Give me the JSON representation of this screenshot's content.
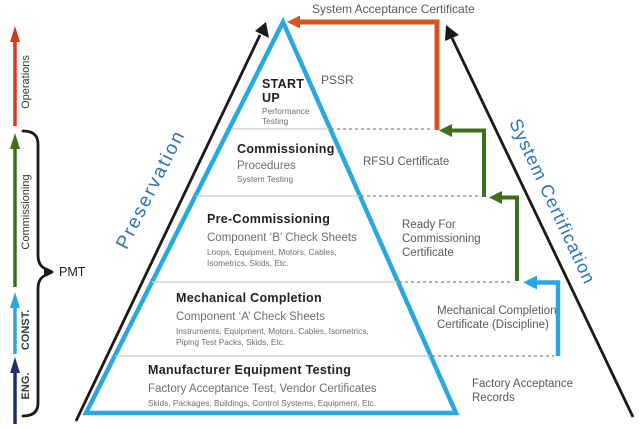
{
  "timeline": {
    "bracket_label": "PMT",
    "phases": [
      {
        "label": "ENG.",
        "color": "#1F2F6C"
      },
      {
        "label": "CONST.",
        "color": "#29A8E0"
      },
      {
        "label": "Commissioning",
        "color": "#3E701C"
      },
      {
        "label": "Operations",
        "color": "#D23B1E"
      }
    ]
  },
  "pyramid": {
    "side_label_left": "Preservation",
    "side_label_right": "System Certification",
    "apex_note": "PSSR",
    "levels": [
      {
        "title_lines": [
          "START",
          "UP"
        ],
        "subtitle_lines": [
          "Performance",
          "Testing"
        ]
      },
      {
        "title": "Commissioning",
        "subtitle": "Procedures",
        "details": [
          "System Testing"
        ]
      },
      {
        "title": "Pre-Commissioning",
        "subtitle": "Component ‘B’ Check Sheets",
        "details": [
          "Loops, Equipment, Motors, Cables,",
          "Isometrics, Skids, Etc."
        ]
      },
      {
        "title": "Mechanical Completion",
        "subtitle": "Component ‘A’ Check Sheets",
        "details": [
          "Instruments, Equipment, Motors, Cables, Isometrics,",
          "Piping Test Packs, Skids, Etc."
        ]
      },
      {
        "title": "Manufacturer Equipment Testing",
        "subtitle": "Factory Acceptance Test, Vendor Certificates",
        "details": [
          "Skids, Packages, Buildings, Control Systems, Equipment, Etc."
        ]
      }
    ]
  },
  "certificates": {
    "system_acceptance": "System Acceptance Certificate",
    "rfsu": "RFSU Certificate",
    "ready_for_commissioning_lines": [
      "Ready For",
      "Commissioning",
      "Certificate"
    ],
    "mechanical_completion_lines": [
      "Mechanical Completion",
      "Certificate (Discipline)"
    ],
    "factory_acceptance_lines": [
      "Factory Acceptance",
      "Records"
    ]
  },
  "colors": {
    "pyramid_blue": "#29A8E0",
    "orange": "#D9531E",
    "green": "#3E701C",
    "navy": "#1F2F6C",
    "red": "#D23B1E",
    "label_blue": "#2B73B8"
  }
}
